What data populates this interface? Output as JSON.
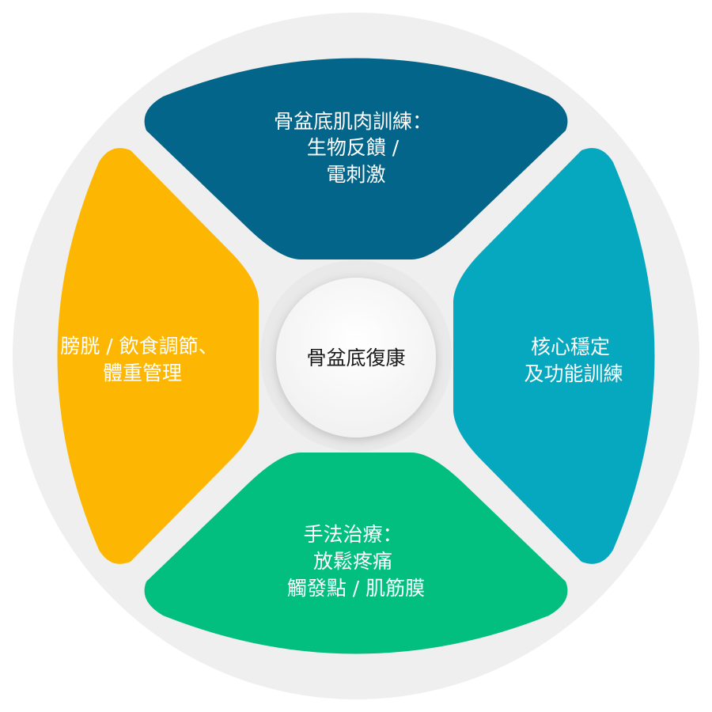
{
  "center": {
    "label": "骨盆底復康"
  },
  "segments": [
    {
      "id": "top",
      "color": "#03658A",
      "lines": [
        "骨盆底肌肉訓練：",
        "生物反饋 /",
        "電刺激"
      ]
    },
    {
      "id": "right",
      "color": "#05A8BF",
      "lines": [
        "核心穩定",
        "及功能訓練"
      ]
    },
    {
      "id": "bottom",
      "color": "#02BF80",
      "lines": [
        "手法治療：",
        "放鬆疼痛",
        "觸發點 / 肌筋膜"
      ]
    },
    {
      "id": "left",
      "color": "#FDB703",
      "lines": [
        "膀胱 / 飲食調節、",
        "體重管理"
      ]
    }
  ],
  "colors": {
    "ring": "#EFEFEF",
    "center_fill": "#FFFFFF",
    "center_rim": "#E9E9E9"
  }
}
